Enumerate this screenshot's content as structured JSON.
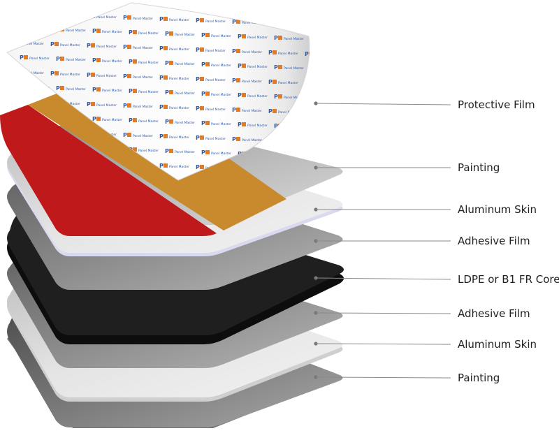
{
  "diagram": {
    "title": "",
    "layers": [
      {
        "id": "protective-film",
        "label": "Protective Film"
      },
      {
        "id": "painting-top",
        "label": "Painting"
      },
      {
        "id": "aluminum-skin-top",
        "label": "Aluminum Skin"
      },
      {
        "id": "adhesive-film-top",
        "label": "Adhesive Film"
      },
      {
        "id": "core",
        "label": "LDPE or B1 FR Core"
      },
      {
        "id": "adhesive-film-bottom",
        "label": "Adhesive Film"
      },
      {
        "id": "aluminum-skin-bottom",
        "label": "Aluminum Skin"
      },
      {
        "id": "painting-bottom",
        "label": "Painting"
      }
    ],
    "film_logo_text": "Panel Master",
    "colors": {
      "paint_red": "#c0191b",
      "paint_orange": "#c98a2e",
      "core_black": "#1c1c1c",
      "leader_line": "#8a8a8a",
      "logo_blue": "#2c5aa8"
    }
  }
}
